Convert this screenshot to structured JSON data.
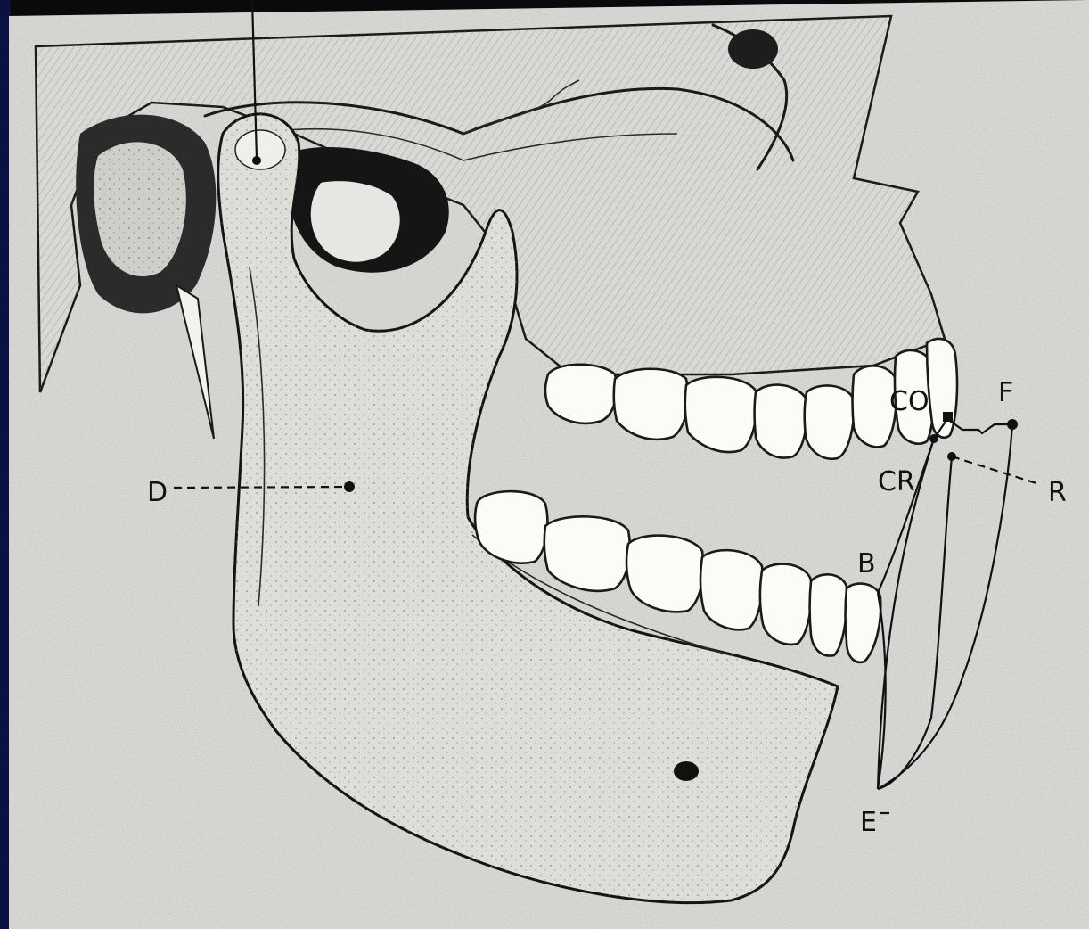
{
  "figure": {
    "labels": {
      "D": "D",
      "CO": "CO",
      "CR": "CR",
      "F": "F",
      "R": "R",
      "B": "B",
      "E": "E"
    }
  }
}
